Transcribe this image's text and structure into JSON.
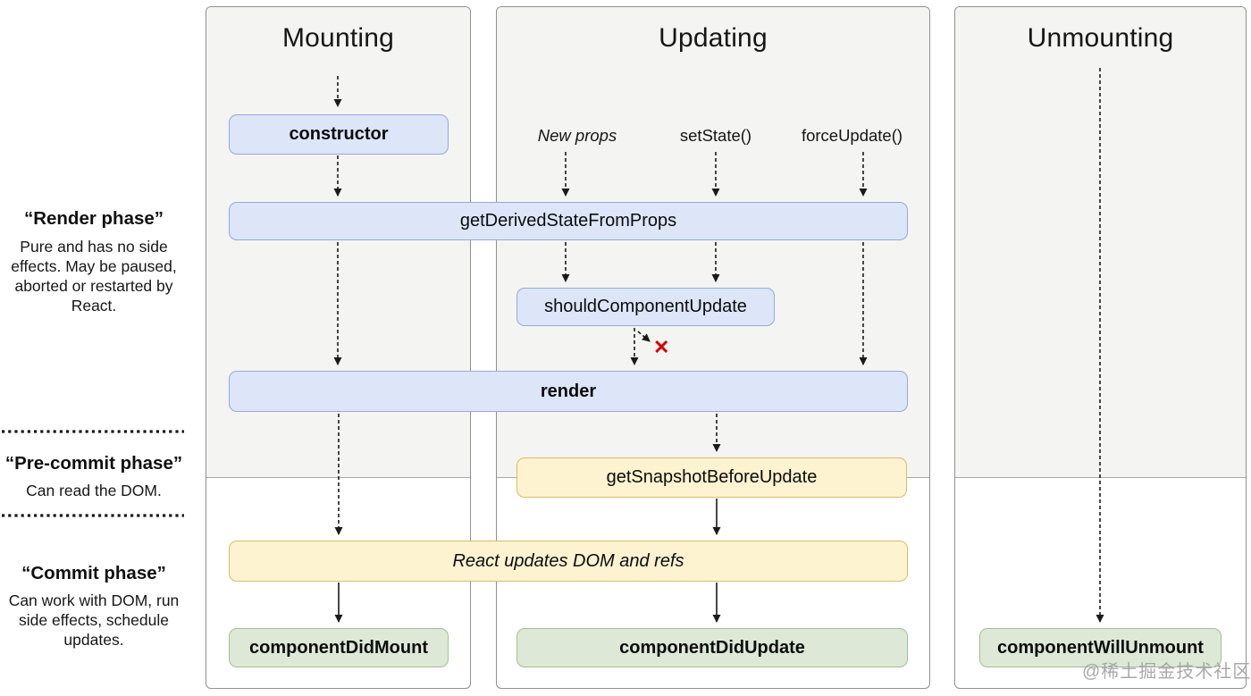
{
  "sidebar": {
    "phases": [
      {
        "title": "“Render phase”",
        "desc": "Pure and has no side effects. May be paused, aborted or restarted by React."
      },
      {
        "title": "“Pre-commit phase”",
        "desc": "Can read the DOM."
      },
      {
        "title": "“Commit phase”",
        "desc": "Can work with DOM, run side effects, schedule updates."
      }
    ]
  },
  "columns": {
    "mounting": {
      "title": "Mounting"
    },
    "updating": {
      "title": "Updating",
      "triggers": [
        "New props",
        "setState()",
        "forceUpdate()"
      ]
    },
    "unmounting": {
      "title": "Unmounting"
    }
  },
  "nodes": {
    "ctor": "constructor",
    "gdsfp": "getDerivedStateFromProps",
    "scu": "shouldComponentUpdate",
    "render": "render",
    "gsbu": "getSnapshotBeforeUpdate",
    "react_updates": "React updates DOM and refs",
    "cdm": "componentDidMount",
    "cdu": "componentDidUpdate",
    "cwu": "componentWillUnmount"
  },
  "marks": {
    "skip_update": "✕"
  },
  "watermark": "@稀土掘金技术社区",
  "colors": {
    "box_blue": "#dce6f8",
    "box_blue_border": "#96a9d9",
    "box_yellow": "#fdf3d0",
    "box_yellow_border": "#d8bc6a",
    "box_green": "#dde9d6",
    "box_green_border": "#a2bf96",
    "panel_gray": "#f4f4f2",
    "panel_border": "#909090",
    "arrow": "#1a1a1a",
    "reject_x": "#d50000",
    "watermark_gray": "#a0a0a0"
  }
}
